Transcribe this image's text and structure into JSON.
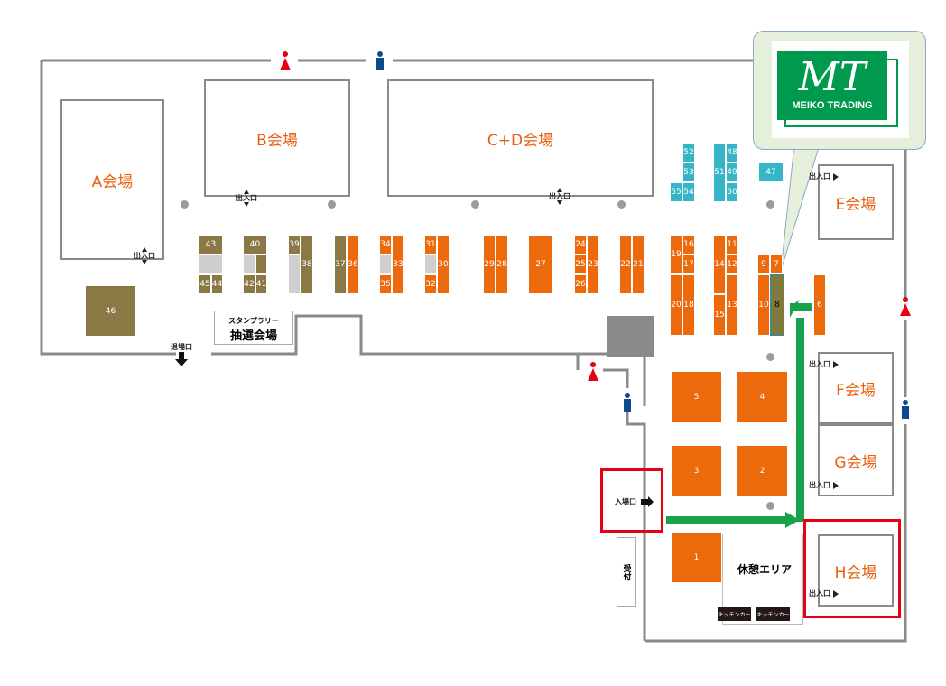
{
  "halls": {
    "a": "A会場",
    "b": "B会場",
    "cd": "C+D会場",
    "e": "E会場",
    "f": "F会場",
    "g": "G会場",
    "h": "H会場"
  },
  "labels": {
    "exit_entrance": "出入口",
    "exit_only": "退場口",
    "entrance": "入場口",
    "reception": "受付",
    "stamp_rally": "スタンプラリー",
    "lottery_venue": "抽選会場",
    "rest_area": "休憩エリア",
    "kitchen_car": "キッチンカー"
  },
  "logo": {
    "initials": "MT",
    "name": "MEIKO TRADING"
  },
  "booths": {
    "b1": "1",
    "b2": "2",
    "b3": "3",
    "b4": "4",
    "b5": "5",
    "b6": "6",
    "b7": "7",
    "b8": "8",
    "b9": "9",
    "b10": "10",
    "b11": "11",
    "b12": "12",
    "b13": "13",
    "b14": "14",
    "b15": "15",
    "b16": "16",
    "b17": "17",
    "b18": "18",
    "b19": "19",
    "b20": "20",
    "b21": "21",
    "b22": "22",
    "b23": "23",
    "b24": "24",
    "b25": "25",
    "b26": "26",
    "b27": "27",
    "b28": "28",
    "b29": "29",
    "b30": "30",
    "b31": "31",
    "b32": "32",
    "b33": "33",
    "b34": "34",
    "b35": "35",
    "b36": "36",
    "b37": "37",
    "b38": "38",
    "b39": "39",
    "b40": "40",
    "b41": "41",
    "b42": "42",
    "b43": "43",
    "b44": "44",
    "b45": "45",
    "b46": "46",
    "b47": "47",
    "b48": "48",
    "b49": "49",
    "b50": "50",
    "b51": "51",
    "b52": "52",
    "b53": "53",
    "b54": "54",
    "b55": "55"
  },
  "colors": {
    "booth_orange": "#ec6a0c",
    "booth_olive": "#8a7945",
    "booth_teal": "#36b5c6",
    "hall_text": "#e8600f",
    "route_green": "#19a24d",
    "highlight_red": "#e50012",
    "logo_green": "#009a4e",
    "callout_bg": "#e5efd9"
  },
  "icons": [
    "restroom-female-icon",
    "restroom-male-icon",
    "route-arrow-icon",
    "exit-arrow-icon"
  ]
}
